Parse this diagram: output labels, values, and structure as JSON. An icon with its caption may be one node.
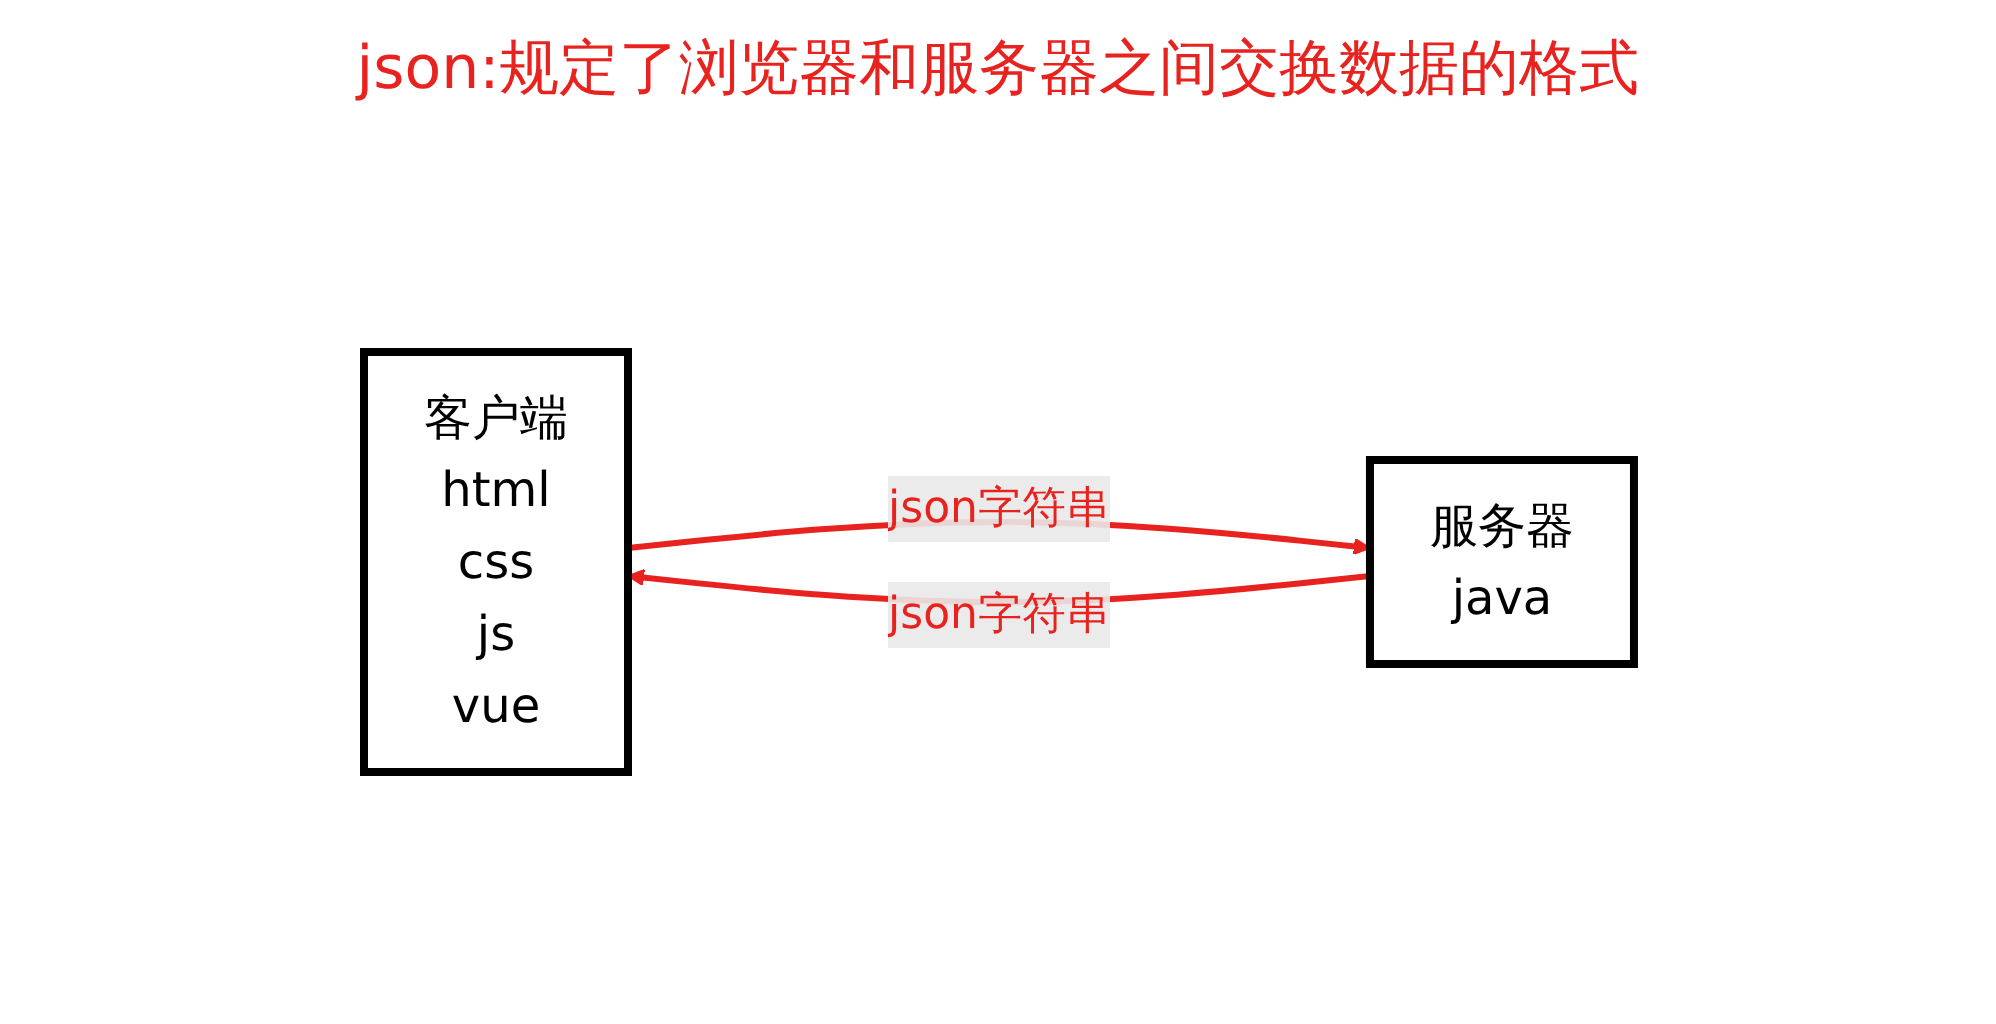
{
  "diagram": {
    "title": "json:规定了浏览器和服务器之间交换数据的格式",
    "nodes": [
      {
        "text": [
          "客户端",
          "html",
          "css",
          "js",
          "vue"
        ]
      },
      {
        "text": [
          "服务器",
          "java"
        ]
      }
    ],
    "edges": [
      {
        "from": 0,
        "to": 1,
        "arrow": "to",
        "label": "json字符串"
      },
      {
        "from": 1,
        "to": 0,
        "arrow": "to",
        "label": "json字符串"
      }
    ]
  }
}
